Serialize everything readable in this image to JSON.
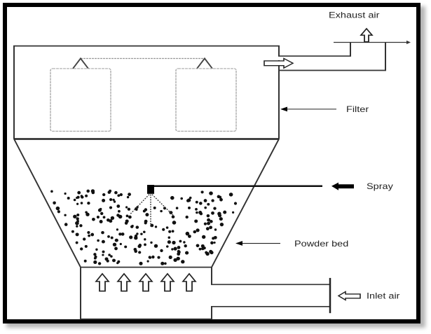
{
  "diagram": {
    "title": "Fluid bed spray granulator schematic",
    "labels": {
      "exhaust_air": "Exhaust air",
      "filter": "Filter",
      "spray": "Spray",
      "powder_bed": "Powder bed",
      "inlet_air": "Inlet air"
    },
    "components": [
      "expansion-chamber",
      "filter-bag-left",
      "filter-bag-right",
      "exhaust-duct",
      "conical-hopper",
      "spray-nozzle",
      "powder-bed",
      "air-distribution-plenum",
      "inlet-air-duct"
    ],
    "flow_arrows": {
      "exhaust_up": 1,
      "exhaust_out": 1,
      "fluidizing_air_up": 5,
      "inlet_in": 1,
      "spray_in": 1
    }
  }
}
